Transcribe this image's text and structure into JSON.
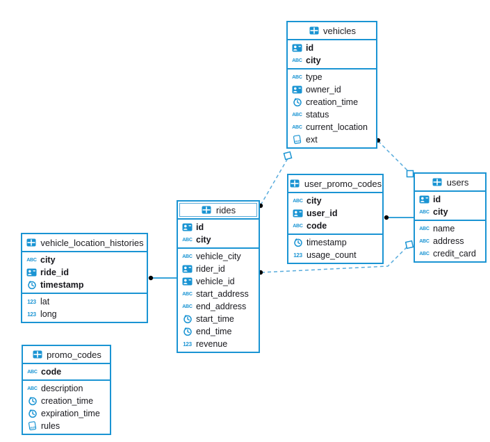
{
  "diagram": {
    "background_color": "#ffffff",
    "table_border_color": "#1a94d3",
    "dashed_line_color": "#57abdc",
    "dot_marker_color": "#000000",
    "selected_table": "rides"
  },
  "icon_glyphs": {
    "abc": "ABC",
    "num": "123",
    "json_label": "JSON"
  },
  "tables": [
    {
      "key": "vehicles",
      "title": "vehicles",
      "selected": false,
      "primary": [
        {
          "name": "id",
          "icon": "id-badge"
        },
        {
          "name": "city",
          "icon": "abc"
        }
      ],
      "fields": [
        {
          "name": "type",
          "icon": "abc"
        },
        {
          "name": "owner_id",
          "icon": "id-badge"
        },
        {
          "name": "creation_time",
          "icon": "clock"
        },
        {
          "name": "status",
          "icon": "abc"
        },
        {
          "name": "current_location",
          "icon": "abc"
        },
        {
          "name": "ext",
          "icon": "json"
        }
      ]
    },
    {
      "key": "user_promo_codes",
      "title": "user_promo_codes",
      "selected": false,
      "primary": [
        {
          "name": "city",
          "icon": "abc"
        },
        {
          "name": "user_id",
          "icon": "id-badge"
        },
        {
          "name": "code",
          "icon": "abc"
        }
      ],
      "fields": [
        {
          "name": "timestamp",
          "icon": "clock"
        },
        {
          "name": "usage_count",
          "icon": "num"
        }
      ]
    },
    {
      "key": "users",
      "title": "users",
      "selected": false,
      "primary": [
        {
          "name": "id",
          "icon": "id-badge"
        },
        {
          "name": "city",
          "icon": "abc"
        }
      ],
      "fields": [
        {
          "name": "name",
          "icon": "abc"
        },
        {
          "name": "address",
          "icon": "abc"
        },
        {
          "name": "credit_card",
          "icon": "abc"
        }
      ]
    },
    {
      "key": "rides",
      "title": "rides",
      "selected": true,
      "primary": [
        {
          "name": "id",
          "icon": "id-badge"
        },
        {
          "name": "city",
          "icon": "abc"
        }
      ],
      "fields": [
        {
          "name": "vehicle_city",
          "icon": "abc"
        },
        {
          "name": "rider_id",
          "icon": "id-badge"
        },
        {
          "name": "vehicle_id",
          "icon": "id-badge"
        },
        {
          "name": "start_address",
          "icon": "abc"
        },
        {
          "name": "end_address",
          "icon": "abc"
        },
        {
          "name": "start_time",
          "icon": "clock"
        },
        {
          "name": "end_time",
          "icon": "clock"
        },
        {
          "name": "revenue",
          "icon": "num"
        }
      ]
    },
    {
      "key": "vehicle_location_histories",
      "title": "vehicle_location_histories",
      "selected": false,
      "primary": [
        {
          "name": "city",
          "icon": "abc"
        },
        {
          "name": "ride_id",
          "icon": "id-badge"
        },
        {
          "name": "timestamp",
          "icon": "clock"
        }
      ],
      "fields": [
        {
          "name": "lat",
          "icon": "num"
        },
        {
          "name": "long",
          "icon": "num"
        }
      ]
    },
    {
      "key": "promo_codes",
      "title": "promo_codes",
      "selected": false,
      "primary": [
        {
          "name": "code",
          "icon": "abc"
        }
      ],
      "fields": [
        {
          "name": "description",
          "icon": "abc"
        },
        {
          "name": "creation_time",
          "icon": "clock"
        },
        {
          "name": "expiration_time",
          "icon": "clock"
        },
        {
          "name": "rules",
          "icon": "json"
        }
      ]
    }
  ],
  "relationships": [
    {
      "from": "rides",
      "to": "vehicles",
      "line": "dashed",
      "from_marker": "dot",
      "to_marker": "square"
    },
    {
      "from": "vehicles",
      "to": "users",
      "line": "dashed",
      "from_marker": "dot",
      "to_marker": "square"
    },
    {
      "from": "user_promo_codes",
      "to": "users",
      "line": "solid",
      "from_marker": "dot",
      "to_marker": "none"
    },
    {
      "from": "rides",
      "to": "users",
      "line": "dashed",
      "from_marker": "dot",
      "to_marker": "square"
    },
    {
      "from": "vehicle_location_histories",
      "to": "rides",
      "line": "solid",
      "from_marker": "dot",
      "to_marker": "none"
    }
  ]
}
